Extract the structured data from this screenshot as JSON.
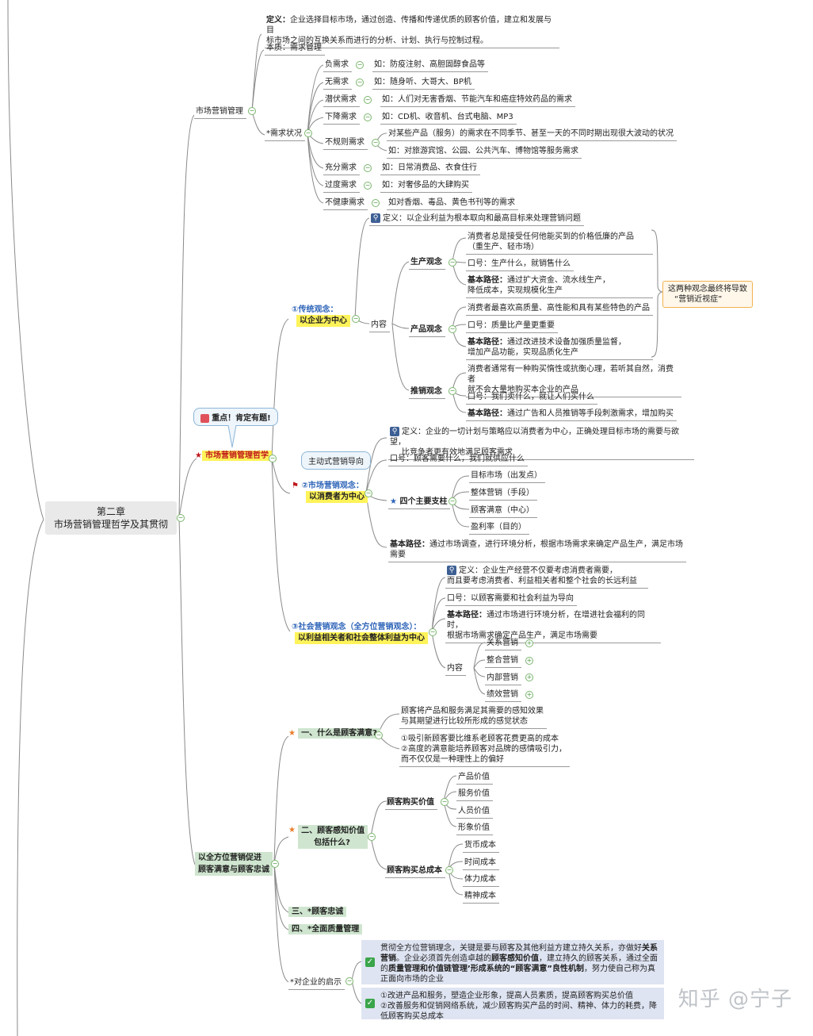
{
  "root": {
    "line1": "第二章",
    "line2": "市场营销管理哲学及其贯彻"
  },
  "branch1": {
    "title": "市场营销管理",
    "definition_label": "定义：",
    "definition_line1": "企业选择目标市场，通过创造、传播和传递优质的顾客价值，建立和发展与目",
    "definition_line2": "标市场之间的互换关系而进行的分析、计划、执行与控制过程。",
    "essence": "本质：需求管理",
    "demand_title": "*需求状况",
    "demands": [
      {
        "name": "负需求",
        "detail": "如：防疫注射、高胆固醇食品等"
      },
      {
        "name": "无需求",
        "detail": "如：随身听、大哥大、BP机"
      },
      {
        "name": "潜伏需求",
        "detail": "如：人们对无害香烟、节能汽车和癌症特效药品的需求"
      },
      {
        "name": "下降需求",
        "detail": "如：CD机、收音机、台式电脑、MP3"
      },
      {
        "name": "不规则需求",
        "detail": "对某些产品（服务）的需求在不同季节、甚至一天的不同时期出现很大波动的状况",
        "detail2": "如：对旅游宾馆、公园、公共汽车、博物馆等服务需求"
      },
      {
        "name": "充分需求",
        "detail": "如：日常消费品、衣食住行"
      },
      {
        "name": "过度需求",
        "detail": "如：对奢侈品的大肆购买"
      },
      {
        "name": "不健康需求",
        "detail": "如对香烟、毒品、黄色书刊等的需求"
      }
    ]
  },
  "branch2": {
    "title": "市场营销管理哲学",
    "callout": "重点！肯定有题!",
    "traditional": {
      "line1": "①传统观念：",
      "line2": "以企业为中心",
      "definition": "定义：以企业利益为根本取向和最高目标来处理营销问题",
      "content_label": "内容",
      "production": {
        "name": "生产观念",
        "item1a": "消费者总是接受任何他能买到的价格低廉的产品",
        "item1b": "（重生产、轻市场）",
        "slogan": "口号：生产什么，就销售什么",
        "path_label": "基本路径：",
        "path1": "通过扩大资金、流水线生产，",
        "path2": "降低成本，实现规模化生产"
      },
      "product": {
        "name": "产品观念",
        "item1": "消费者最喜欢高质量、高性能和具有某些特色的产品",
        "slogan": "口号：质量比产量更重要",
        "path_label": "基本路径：",
        "path1": "通过改进技术设备加强质量监督，",
        "path2": "增加产品功能，实现品质化生产"
      },
      "selling": {
        "name": "推销观念",
        "item1a": "消费者通常有一种购买惰性或抗衡心理，若听其自然，消费者",
        "item1b": "就不会大量地购买本企业的产品",
        "slogan": "口号：我们卖什么，就让人们买什么",
        "path_label": "基本路径：",
        "path1": "通过广告和人员推销等手段刺激需求，增加购买"
      },
      "note_line1": "这两种观念最终将导致",
      "note_line2": "“营销近视症”"
    },
    "marketing": {
      "callout": "主动式营销导向",
      "line1": "②市场营销观念：",
      "line2": "以消费者为中心",
      "definition1": "定义：企业的一切计划与策略应以消费者为中心，正确处理目标市场的需要与欲望，",
      "definition2": "比竞争者更有效地满足顾客需求",
      "slogan": "口号：顾客需要什么，我们就供应什么",
      "pillars_title": "四个主要支柱",
      "pillars": [
        "目标市场（出发点）",
        "整体营销（手段）",
        "顾客满意（中心）",
        "盈利率（目的）"
      ],
      "path_label": "基本路径：",
      "path1": "通过市场调查，进行环境分析，根据市场需求来确定产品生产，满足市场",
      "path2": "需要"
    },
    "social": {
      "line1": "③社会营销观念（全方位营销观念）：",
      "line2": "以利益相关者和社会整体利益为中心",
      "definition1": "定义：企业生产经营不仅要考虑消费者需要，",
      "definition2": "而且要考虑消费者、利益相关者和整个社会的长远利益",
      "slogan": "口号：以顾客需要和社会利益为导向",
      "path_label": "基本路径：",
      "path1": "通过市场进行环境分析，在增进社会福利的同时，",
      "path2": "根据市场需求确定产品生产，满足市场需要",
      "content_label": "内容",
      "items": [
        "关系营销",
        "整合营销",
        "内部营销",
        "绩效营销"
      ]
    }
  },
  "branch3": {
    "line1": "以全方位营销促进",
    "line2": "顾客满意与顾客忠诚",
    "s1": {
      "title": "一、什么是顾客满意?",
      "desc1": "顾客将产品和服务满足其需要的感知效果",
      "desc2": "与其期望进行比较所形成的感觉状态",
      "p1": "①吸引新顾客要比维系老顾客花费更高的成本",
      "p2": "②高度的满意能培养顾客对品牌的感情吸引力，",
      "p3": "而不仅仅是一种理性上的偏好"
    },
    "s2": {
      "line1": "二、顾客感知价值",
      "line2": "包括什么?",
      "buy_value": "顾客购买价值",
      "values": [
        "产品价值",
        "服务价值",
        "人员价值",
        "形象价值"
      ],
      "buy_cost": "顾客购买总成本",
      "costs": [
        "货币成本",
        "时间成本",
        "体力成本",
        "精神成本"
      ]
    },
    "s3": "三、*顾客忠诚",
    "s4": "四、*全面质量管理",
    "insight_title": "*对企业的启示",
    "insight1_a": "贯彻全方位营销理念，关键是要与顾客及其他利益方建立持久关系，亦做好",
    "insight1_b": "关系营销",
    "insight1_c": "。企业必须首先创造卓越的",
    "insight1_d": "顾客感知价值",
    "insight1_e": "，建立持久的顾客关系，通过全面的",
    "insight1_f": "质量管理和价值链管理’形成系统的“顾客满意”良性机制",
    "insight1_g": "，努力使自己称为真正面向市场的企业",
    "insight2_a": "①改进产品和服务，塑造企业形象，提高人员素质，提高顾客购买总价值",
    "insight2_b": "②改善服务和促销网络系统，减少顾客购买产品的时间、精神、体力的耗费，降低顾客购买总成本"
  },
  "watermark": "知乎 @宁子"
}
